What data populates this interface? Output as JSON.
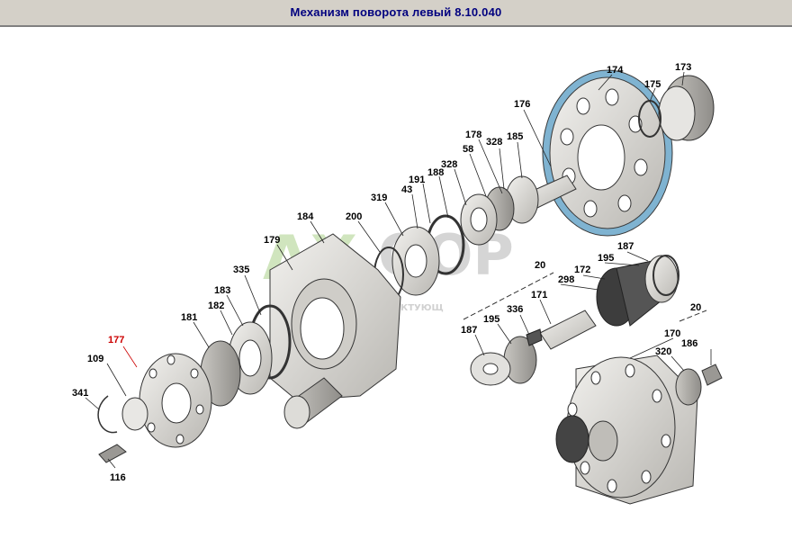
{
  "header": {
    "title": "Механизм поворота левый 8.10.040"
  },
  "watermark": {
    "brand_left": "AX",
    "brand_right": "OOP",
    "tagline": "ЗАПЧАСТИ И КОМПЛЕКТУЮЩ"
  },
  "colors": {
    "title_text": "#00007f",
    "titlebar_bg": "#d4d0c8",
    "highlight_label": "#cc0000",
    "part_fill": "#d8d6d2",
    "part_edge": "#3a3a3a",
    "accent_edge": "#6fa8c8"
  },
  "labels": [
    {
      "id": "lbl-174",
      "text": "174"
    },
    {
      "id": "lbl-173",
      "text": "173"
    },
    {
      "id": "lbl-175",
      "text": "175"
    },
    {
      "id": "lbl-176",
      "text": "176"
    },
    {
      "id": "lbl-178",
      "text": "178"
    },
    {
      "id": "lbl-328a",
      "text": "328"
    },
    {
      "id": "lbl-185",
      "text": "185"
    },
    {
      "id": "lbl-58",
      "text": "58"
    },
    {
      "id": "lbl-328b",
      "text": "328"
    },
    {
      "id": "lbl-188",
      "text": "188"
    },
    {
      "id": "lbl-191",
      "text": "191"
    },
    {
      "id": "lbl-43",
      "text": "43"
    },
    {
      "id": "lbl-319",
      "text": "319"
    },
    {
      "id": "lbl-200",
      "text": "200"
    },
    {
      "id": "lbl-184",
      "text": "184"
    },
    {
      "id": "lbl-179",
      "text": "179"
    },
    {
      "id": "lbl-335",
      "text": "335"
    },
    {
      "id": "lbl-183",
      "text": "183"
    },
    {
      "id": "lbl-182",
      "text": "182"
    },
    {
      "id": "lbl-181",
      "text": "181"
    },
    {
      "id": "lbl-177",
      "text": "177"
    },
    {
      "id": "lbl-109",
      "text": "109"
    },
    {
      "id": "lbl-341",
      "text": "341"
    },
    {
      "id": "lbl-116",
      "text": "116"
    },
    {
      "id": "lbl-187a",
      "text": "187"
    },
    {
      "id": "lbl-195a",
      "text": "195"
    },
    {
      "id": "lbl-172",
      "text": "172"
    },
    {
      "id": "lbl-20a",
      "text": "20"
    },
    {
      "id": "lbl-298",
      "text": "298"
    },
    {
      "id": "lbl-171",
      "text": "171"
    },
    {
      "id": "lbl-336",
      "text": "336"
    },
    {
      "id": "lbl-195b",
      "text": "195"
    },
    {
      "id": "lbl-187b",
      "text": "187"
    },
    {
      "id": "lbl-20b",
      "text": "20"
    },
    {
      "id": "lbl-170",
      "text": "170"
    },
    {
      "id": "lbl-186",
      "text": "186"
    },
    {
      "id": "lbl-320",
      "text": "320"
    }
  ]
}
